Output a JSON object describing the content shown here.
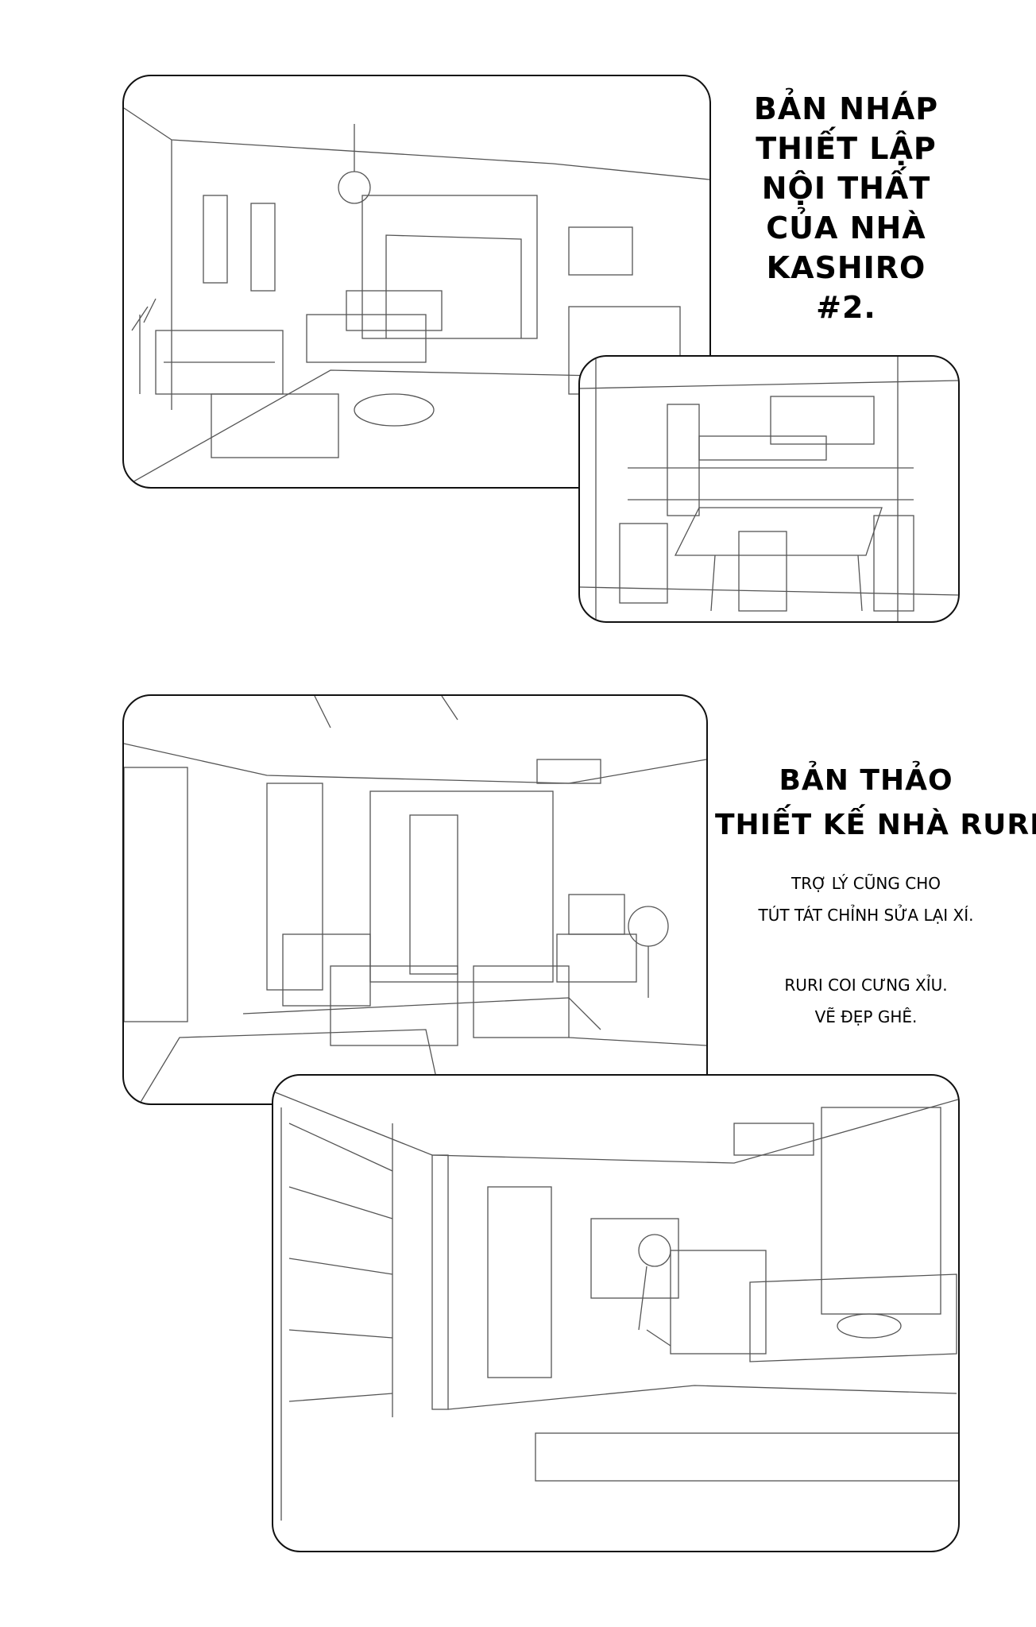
{
  "section1": {
    "title_lines": [
      "BẢN NHÁP",
      "THIẾT LẬP",
      "NỘI THẤT",
      "CỦA NHÀ",
      "KASHIRO",
      "#2."
    ]
  },
  "section2": {
    "title_lines": [
      "BẢN THẢO",
      "THIẾT KẾ NHÀ RURI."
    ],
    "body_lines": [
      "TRỢ LÝ CŨNG CHO",
      "TÚT TÁT CHỈNH SỬA LẠI XÍ.",
      "RURI COI CƯNG XỈU.",
      "VẼ ĐẸP GHÊ."
    ]
  }
}
